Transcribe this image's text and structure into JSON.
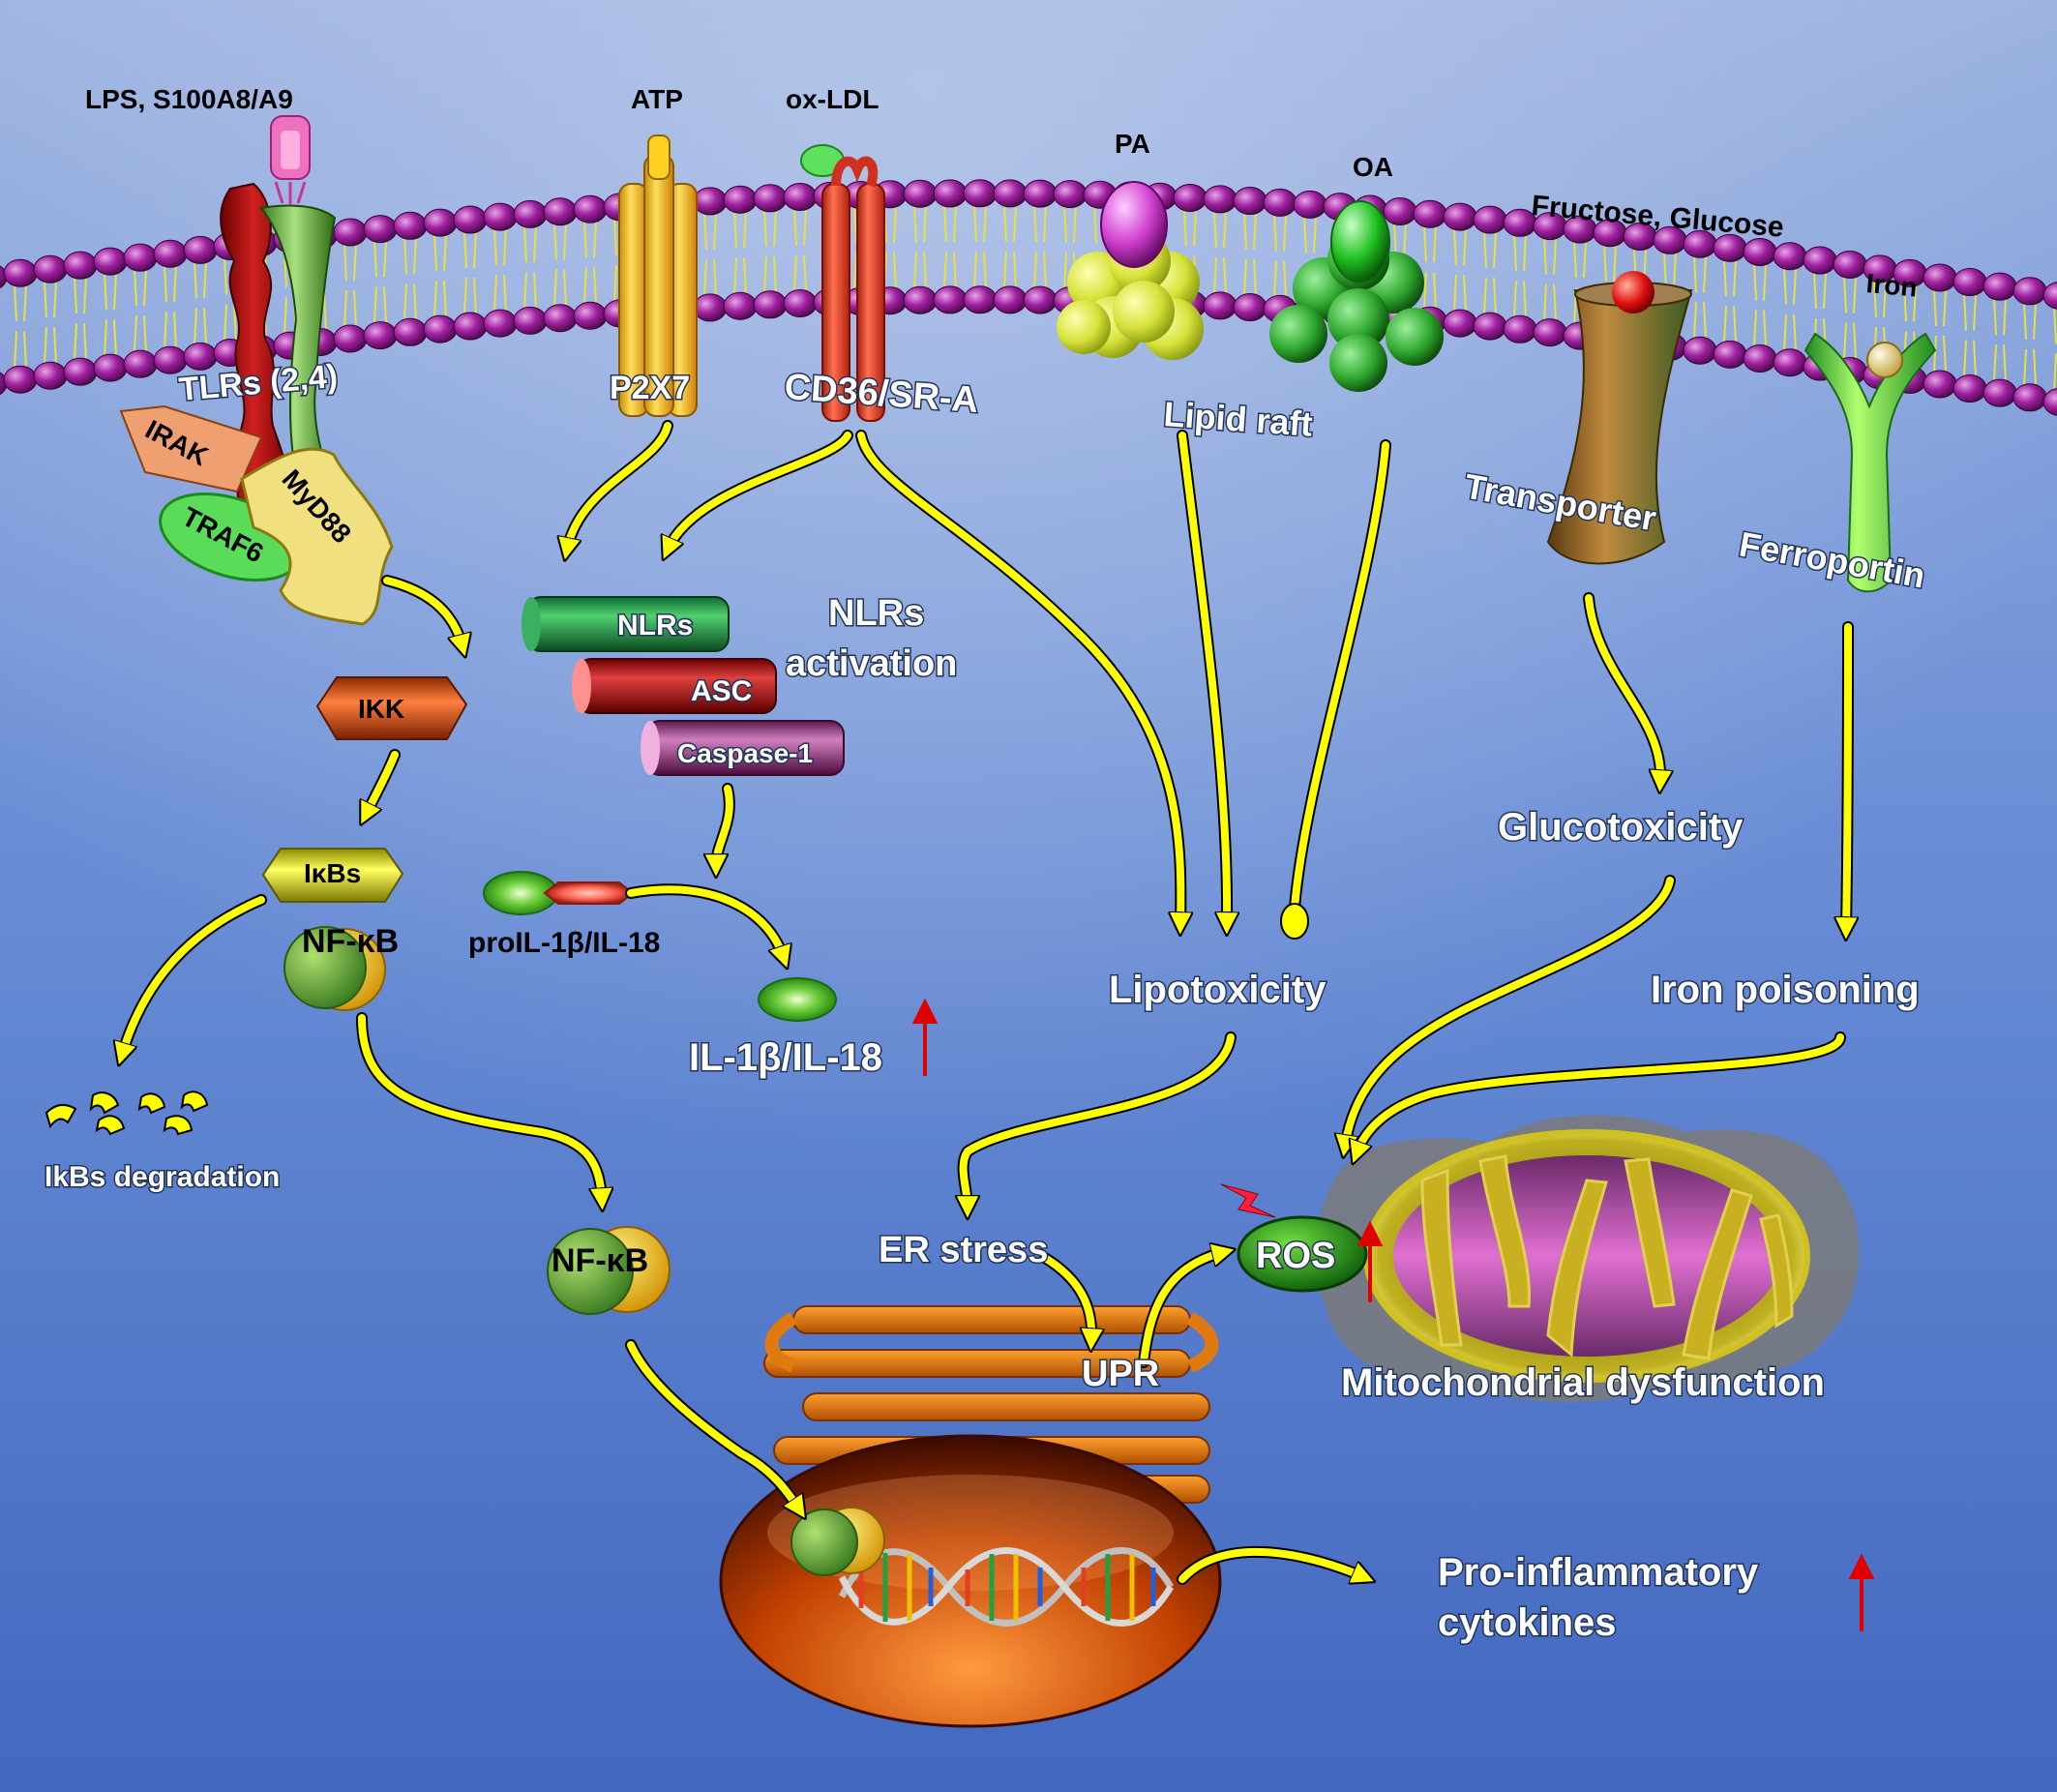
{
  "colors": {
    "background_top": "#8fa9dc",
    "background_bottom": "#4a6fc4",
    "arrow": "#ffff00",
    "membrane_head": "#8a1a8a",
    "up_arrow": "#e00000"
  },
  "labels": {
    "lps": "LPS, S100A8/A9",
    "atp": "ATP",
    "oxldl": "ox-LDL",
    "pa": "PA",
    "oa": "OA",
    "fructose_glucose": "Fructose, Glucose",
    "iron": "Iron",
    "tlrs": "TLRs (2,4)",
    "p2x7": "P2X7",
    "cd36": "CD36/SR-A",
    "lipid_raft": "Lipid raft",
    "transporter": "Transporter",
    "ferroportin": "Ferroportin",
    "irak": "IRAK",
    "myd88": "MyD88",
    "traf6": "TRAF6",
    "ikk": "IKK",
    "ikbs": "IκBs",
    "nfkb_cyto": "NF-κB",
    "nfkb_free": "NF-κB",
    "ikbs_degradation": "IkBs degradation",
    "nlrs": "NLRs",
    "asc": "ASC",
    "caspase1": "Caspase-1",
    "nlrs_activation_line1": "NLRs",
    "nlrs_activation_line2": "activation",
    "pro_il": "proIL-1β/IL-18",
    "il": "IL-1β/IL-18",
    "lipotoxicity": "Lipotoxicity",
    "glucotoxicity": "Glucotoxicity",
    "iron_poisoning": "Iron poisoning",
    "er_stress": "ER stress",
    "upr": "UPR",
    "ros": "ROS",
    "mito_dysfunction": "Mitochondrial dysfunction",
    "cytokines_line1": "Pro-inflammatory",
    "cytokines_line2": "cytokines"
  }
}
